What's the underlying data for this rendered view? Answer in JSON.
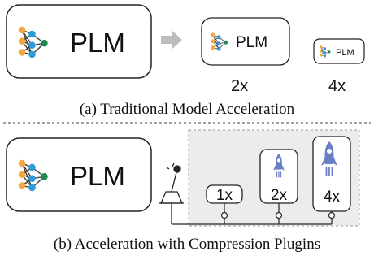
{
  "section_a": {
    "model_label": "PLM",
    "compressed": [
      {
        "model_label": "PLM",
        "ratio": "2x"
      },
      {
        "model_label": "PLM",
        "ratio": "4x"
      }
    ],
    "caption": "(a) Traditional Model Acceleration"
  },
  "section_b": {
    "model_label": "PLM",
    "plugins": [
      {
        "ratio": "1x",
        "icon": "none"
      },
      {
        "ratio": "2x",
        "icon": "small-rocket-icon"
      },
      {
        "ratio": "4x",
        "icon": "large-rocket-icon"
      }
    ],
    "switch_icon": "joystick-switch-icon",
    "caption": "(b) Acceleration with Compression Plugins"
  },
  "colors": {
    "node_orange": "#f5a742",
    "node_blue": "#2e9bd8",
    "node_green": "#1e8a52",
    "rocket": "#6b7fc4",
    "arrow": "#bdbdbd",
    "panel_fill": "#ececec",
    "panel_border": "#9a9a9a"
  }
}
